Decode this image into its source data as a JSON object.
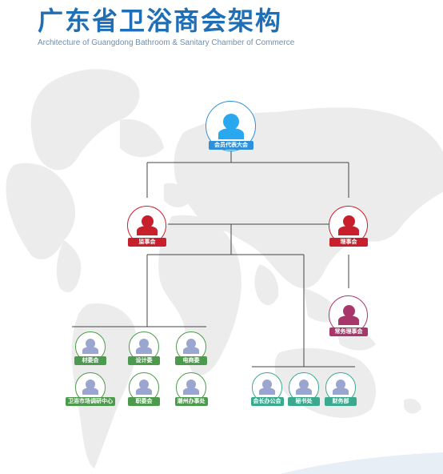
{
  "header": {
    "title": "广东省卫浴商会架构",
    "subtitle": "Architecture of Guangdong Bathroom & Sanitary Chamber of Commerce"
  },
  "colors": {
    "title": "#1f6fb6",
    "blue": "#2f8fd8",
    "red": "#c81f2c",
    "purple": "#a7376b",
    "green": "#4c9a4c",
    "teal": "#3aa98e",
    "figure": "#9aa6cf",
    "line": "#444444"
  },
  "nodes": {
    "assembly": {
      "label": "会员代表大会",
      "color": "blue",
      "icon": "person-icon"
    },
    "supervisory": {
      "label": "监事会",
      "color": "red",
      "icon": "person-icon"
    },
    "council": {
      "label": "理事会",
      "color": "red",
      "icon": "person-icon"
    },
    "standing_council": {
      "label": "常务理事会",
      "color": "purple",
      "icon": "person-icon"
    },
    "committees": [
      {
        "label": "材委会",
        "icon": "person-icon"
      },
      {
        "label": "设计委",
        "icon": "person-icon"
      },
      {
        "label": "电商委",
        "icon": "person-icon"
      },
      {
        "label": "卫浴市场调研中心",
        "icon": "person-icon"
      },
      {
        "label": "职委会",
        "icon": "person-icon"
      },
      {
        "label": "潮州办事处",
        "icon": "person-icon"
      }
    ],
    "offices": [
      {
        "label": "会长办公会",
        "icon": "person-icon"
      },
      {
        "label": "秘书处",
        "icon": "person-icon"
      },
      {
        "label": "财务部",
        "icon": "person-icon"
      }
    ]
  }
}
